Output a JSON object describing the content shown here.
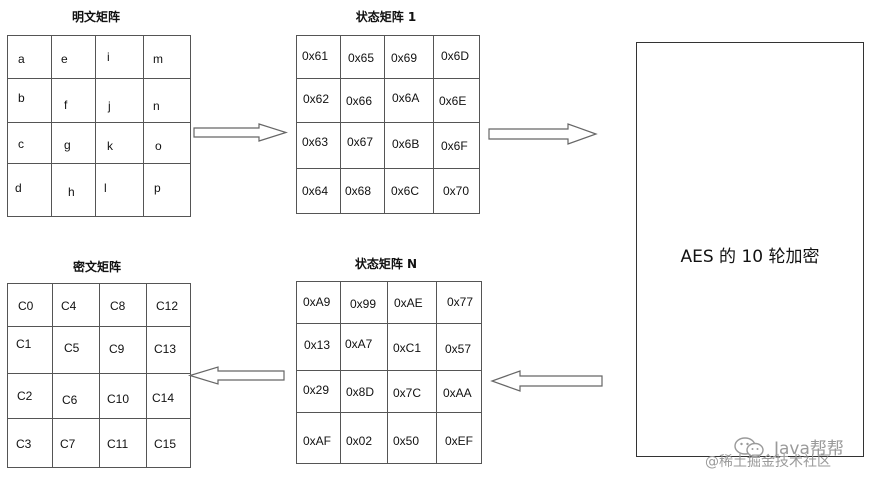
{
  "plaintext": {
    "title": "明文矩阵",
    "rows": [
      [
        "a",
        "e",
        "i",
        "m"
      ],
      [
        "b",
        "f",
        "j",
        "n"
      ],
      [
        "c",
        "g",
        "k",
        "o"
      ],
      [
        "d",
        "h",
        "l",
        "p"
      ]
    ]
  },
  "state1": {
    "title": "状态矩阵 1",
    "rows": [
      [
        "0x61",
        "0x65",
        "0x69",
        "0x6D"
      ],
      [
        "0x62",
        "0x66",
        "0x6A",
        "0x6E"
      ],
      [
        "0x63",
        "0x67",
        "0x6B",
        "0x6F"
      ],
      [
        "0x64",
        "0x68",
        "0x6C",
        "0x70"
      ]
    ]
  },
  "aes": {
    "label": "AES 的 10 轮加密"
  },
  "stateN": {
    "title": "状态矩阵 N",
    "rows": [
      [
        "0xA9",
        "0x99",
        "0xAE",
        "0x77"
      ],
      [
        "0x13",
        "0xA7",
        "0xC1",
        "0x57"
      ],
      [
        "0x29",
        "0x8D",
        "0x7C",
        "0xAA"
      ],
      [
        "0xAF",
        "0x02",
        "0x50",
        "0xEF"
      ]
    ]
  },
  "ciphertext": {
    "title": "密文矩阵",
    "rows": [
      [
        "C0",
        "C4",
        "C8",
        "C12"
      ],
      [
        "C1",
        "C5",
        "C9",
        "C13"
      ],
      [
        "C2",
        "C6",
        "C10",
        "C14"
      ],
      [
        "C3",
        "C7",
        "C11",
        "C15"
      ]
    ]
  },
  "watermark": {
    "brand": "Java帮帮",
    "source": "@稀土掘金技术社区"
  }
}
